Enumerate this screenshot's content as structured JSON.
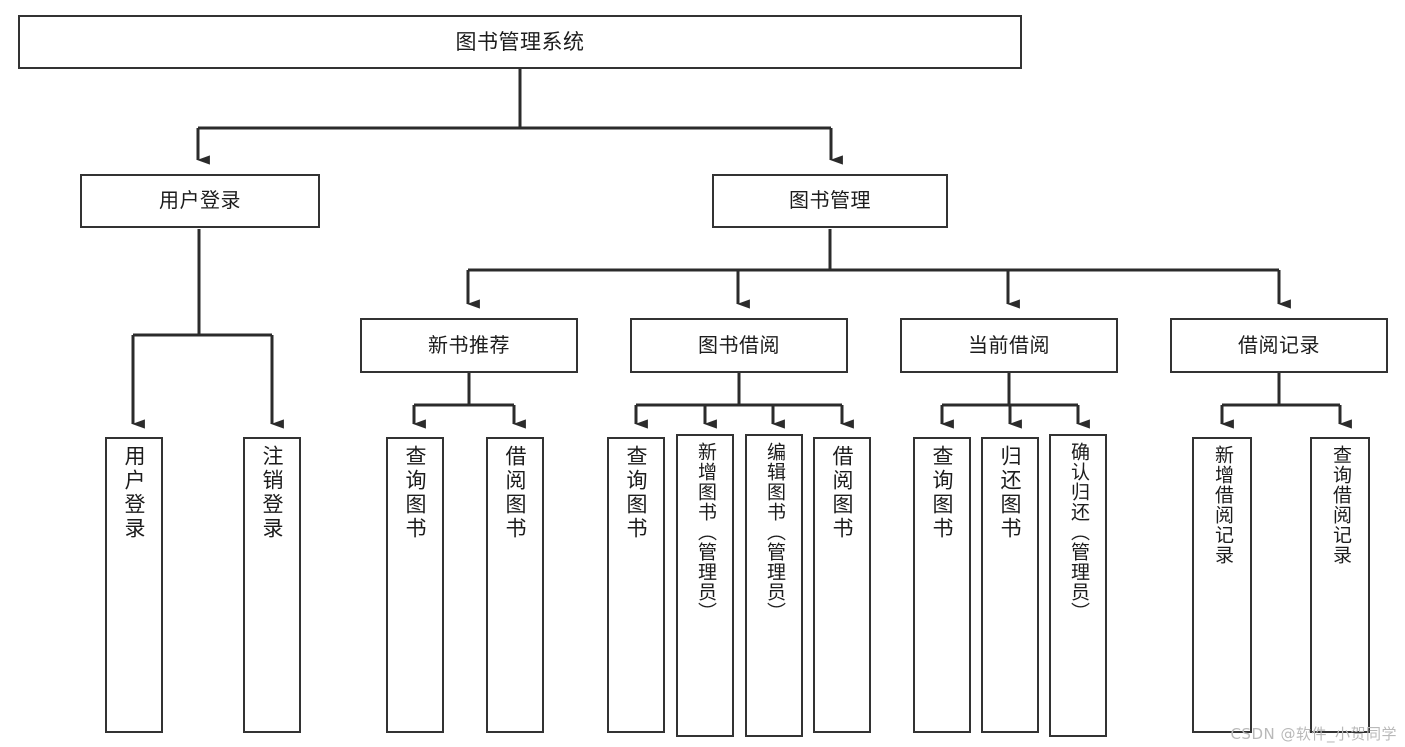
{
  "diagram": {
    "type": "tree-hierarchy",
    "title": "图书管理系统",
    "root": {
      "label": "图书管理系统"
    },
    "level1": [
      {
        "label": "用户登录"
      },
      {
        "label": "图书管理"
      }
    ],
    "level2": [
      {
        "label": "新书推荐"
      },
      {
        "label": "图书借阅"
      },
      {
        "label": "当前借阅"
      },
      {
        "label": "借阅记录"
      }
    ],
    "leaves": [
      {
        "label": "用户登录"
      },
      {
        "label": "注销登录"
      },
      {
        "label": "查询图书"
      },
      {
        "label": "借阅图书"
      },
      {
        "label": "查询图书"
      },
      {
        "label": "新增图书（管理员）"
      },
      {
        "label": "编辑图书（管理员）"
      },
      {
        "label": "借阅图书"
      },
      {
        "label": "查询图书"
      },
      {
        "label": "归还图书"
      },
      {
        "label": "确认归还（管理员）"
      },
      {
        "label": "新增借阅记录"
      },
      {
        "label": "查询借阅记录"
      }
    ],
    "groups": [
      {
        "parent": "用户登录",
        "children": [
          "用户登录",
          "注销登录"
        ]
      },
      {
        "parent": "新书推荐",
        "children": [
          "查询图书",
          "借阅图书"
        ]
      },
      {
        "parent": "图书借阅",
        "children": [
          "查询图书",
          "新增图书（管理员）",
          "编辑图书（管理员）",
          "借阅图书"
        ]
      },
      {
        "parent": "当前借阅",
        "children": [
          "查询图书",
          "归还图书",
          "确认归还（管理员）"
        ]
      },
      {
        "parent": "借阅记录",
        "children": [
          "新增借阅记录",
          "查询借阅记录"
        ]
      }
    ],
    "colors": {
      "stroke": "#333333",
      "fill": "#ffffff",
      "text": "#1c1c1c",
      "watermark": "#b9b9b9"
    }
  },
  "watermark": {
    "text": "CSDN @软件_小贺同学"
  }
}
